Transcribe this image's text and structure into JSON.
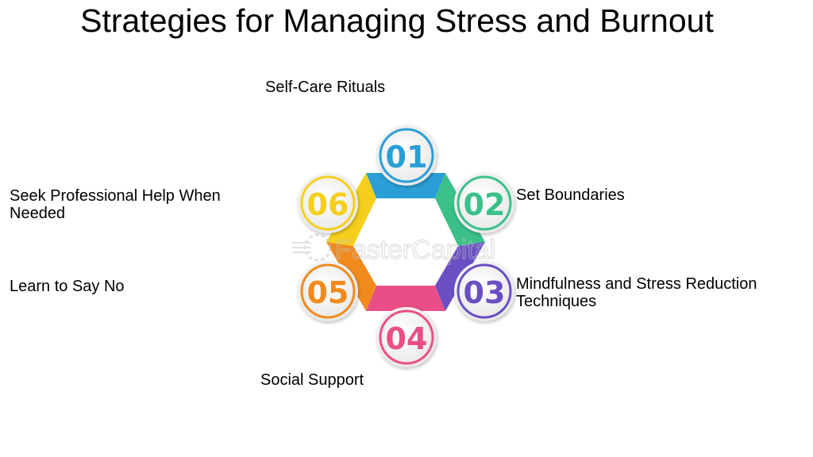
{
  "title": "Strategies for Managing Stress and Burnout",
  "watermark": "FasterCapital",
  "steps": [
    {
      "number": "01",
      "label": "Self-Care Rituals",
      "color": "#2a9fd6"
    },
    {
      "number": "02",
      "label": "Set Boundaries",
      "color": "#3cc08a"
    },
    {
      "number": "03",
      "label": "Mindfulness and Stress Reduction Techniques",
      "color": "#6a4fc3"
    },
    {
      "number": "04",
      "label": "Social Support",
      "color": "#e94f86"
    },
    {
      "number": "05",
      "label": "Learn to Say No",
      "color": "#f08a1d"
    },
    {
      "number": "06",
      "label": "Seek Professional Help When Needed",
      "color": "#f5cf1c"
    }
  ]
}
